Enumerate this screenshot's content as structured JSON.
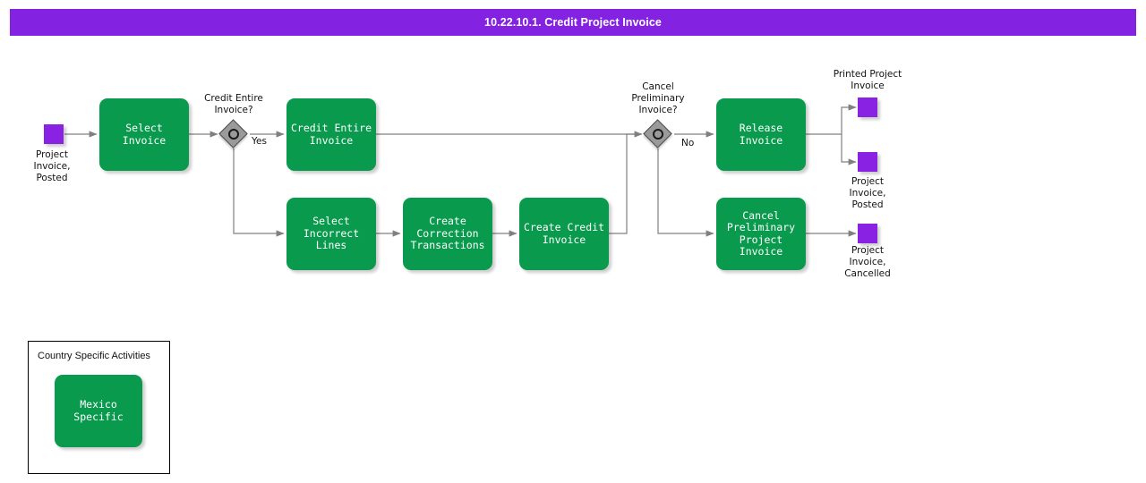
{
  "header": {
    "title": "10.22.10.1. Credit Project Invoice",
    "bar_color": "#8322e0",
    "text_color": "#ffffff"
  },
  "palette": {
    "task_green": "#0a9a4e",
    "event_purple": "#8a22e3",
    "gateway_gray": "#9a9a9a",
    "connector_gray": "#808080",
    "page_background": "#ffffff"
  },
  "diagram": {
    "type": "bpmn-process-flow",
    "start_events": [
      {
        "id": "start-project-invoice-posted",
        "label": "Project\nInvoice,\nPosted"
      }
    ],
    "tasks": [
      {
        "id": "select-invoice",
        "label": "Select Invoice"
      },
      {
        "id": "credit-entire-invoice",
        "label": "Credit Entire\nInvoice"
      },
      {
        "id": "select-incorrect-lines",
        "label": "Select Incorrect\nLines"
      },
      {
        "id": "create-correction-transactions",
        "label": "Create\nCorrection\nTransactions"
      },
      {
        "id": "create-credit-invoice",
        "label": "Create Credit\nInvoice"
      },
      {
        "id": "release-invoice",
        "label": "Release Invoice"
      },
      {
        "id": "cancel-preliminary-project-invoice",
        "label": "Cancel\nPreliminary\nProject Invoice"
      }
    ],
    "gateways": [
      {
        "id": "gateway-credit-entire-invoice",
        "label": "Credit Entire\nInvoice?",
        "kind": "inclusive"
      },
      {
        "id": "gateway-cancel-preliminary-invoice",
        "label": "Cancel\nPreliminary\nInvoice?",
        "kind": "inclusive"
      }
    ],
    "flow_labels": [
      {
        "id": "flow-yes",
        "text": "Yes"
      },
      {
        "id": "flow-no",
        "text": "No"
      }
    ],
    "end_events": [
      {
        "id": "end-printed-project-invoice",
        "label": "Printed Project\nInvoice"
      },
      {
        "id": "end-project-invoice-posted",
        "label": "Project\nInvoice,\nPosted"
      },
      {
        "id": "end-project-invoice-cancelled",
        "label": "Project\nInvoice,\nCancelled"
      }
    ],
    "groups": [
      {
        "id": "country-specific-activities",
        "title": "Country Specific Activities",
        "tasks": [
          {
            "id": "mexico-specific",
            "label": "Mexico Specific"
          }
        ]
      }
    ]
  }
}
